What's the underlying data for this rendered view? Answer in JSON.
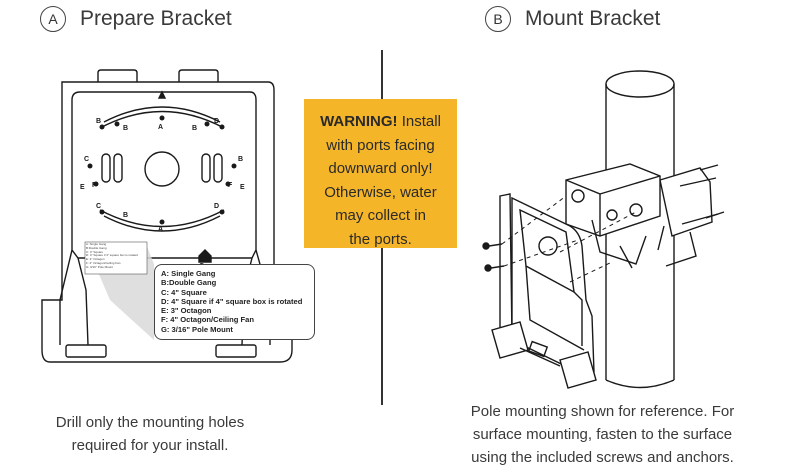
{
  "step_a": {
    "badge": "A",
    "title": "Prepare Bracket",
    "legend": [
      "A: Single Gang",
      "B:Double Gang",
      "C: 4\" Square",
      "D: 4\" Square if 4\" square box is rotated",
      "E: 3\" Octagon",
      "F: 4\" Octagon/Ceiling Fan",
      "G: 3/16\" Pole Mount"
    ],
    "hole_labels": [
      "B",
      "B",
      "A",
      "B",
      "D",
      "C",
      "B",
      "F",
      "E",
      "E",
      "F",
      "C",
      "D",
      "A",
      "B",
      "G"
    ],
    "caption_line1": "Drill only the mounting holes",
    "caption_line2": "required for your install."
  },
  "step_b": {
    "badge": "B",
    "title": "Mount Bracket",
    "caption_line1": "Pole mounting shown for reference. For",
    "caption_line2": "surface mounting, fasten to the surface",
    "caption_line3": "using the included screws and anchors."
  },
  "warning": {
    "strong": "WARNING!",
    "line1": "Install",
    "line2": "with ports facing",
    "line3": "downward only!",
    "line4": "Otherwise, water",
    "line5": "may collect in",
    "line6": "the ports."
  },
  "colors": {
    "warning_bg": "#f5b529",
    "line": "#1a1a1a"
  }
}
